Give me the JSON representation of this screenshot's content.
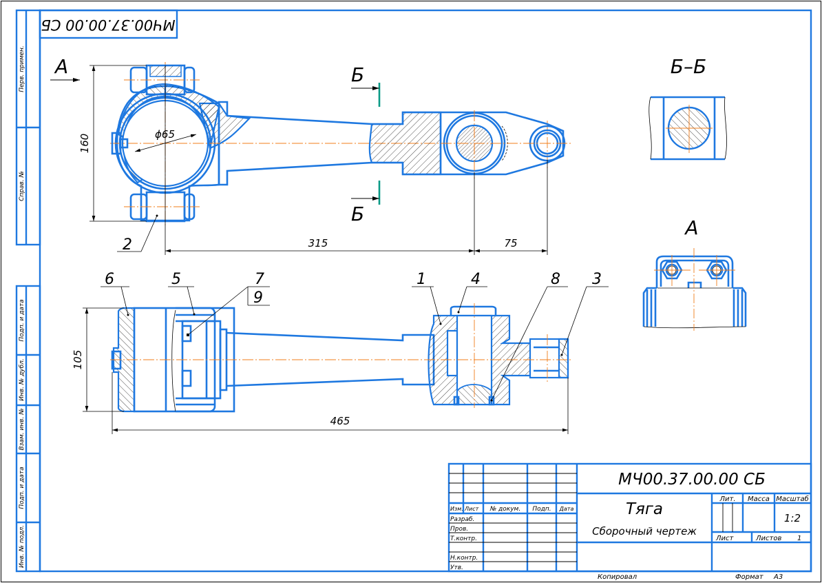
{
  "document": {
    "type": "assembly-drawing",
    "designation": "МЧ00.37.00.00 СБ",
    "designation_rotated": "МЧ00.37.00.00 СБ",
    "title": "Тяга",
    "subtitle": "Сборочный чертеж",
    "scale": "1:2",
    "sheet": "",
    "sheets_total": "1",
    "format_label": "Формат",
    "format_value": "А3",
    "copied_label": "Копировал"
  },
  "side_stamp": {
    "labels": [
      "Перв. примен.",
      "Справ. №",
      "Подп. и дата",
      "Инв. № дубл.",
      "Взам. инв. №",
      "Подп. и дата",
      "Инв. № подл."
    ]
  },
  "title_block": {
    "headers": {
      "izm": "Изм.",
      "list": "Лист",
      "doc_no": "№ докум.",
      "sign": "Подп.",
      "date": "Дата",
      "lit": "Лит.",
      "mass": "Масса",
      "scale": "Масштаб",
      "sheet": "Лист",
      "sheets": "Листов"
    },
    "roles": [
      "Разраб.",
      "Пров.",
      "Т.контр.",
      "",
      "Н.контр.",
      "Утв."
    ]
  },
  "views": {
    "section_bb_title": "Б–Б",
    "view_a_title": "А",
    "view_a_arrow_label": "А",
    "section_mark_top": "Б",
    "section_mark_bottom": "Б"
  },
  "dimensions": {
    "height_top": "160",
    "diameter": "ϕ65",
    "length_main": "315",
    "length_eye": "75",
    "height_bottom": "105",
    "length_total": "465"
  },
  "callouts": {
    "top_view": [
      "2"
    ],
    "bottom_view": [
      "6",
      "5",
      "7",
      "9",
      "1",
      "4",
      "8",
      "3"
    ]
  },
  "colors": {
    "contour": "#1e78e0",
    "axis": "#f07c1a",
    "section_mark": "#0a9a86",
    "thin": "#000000"
  }
}
